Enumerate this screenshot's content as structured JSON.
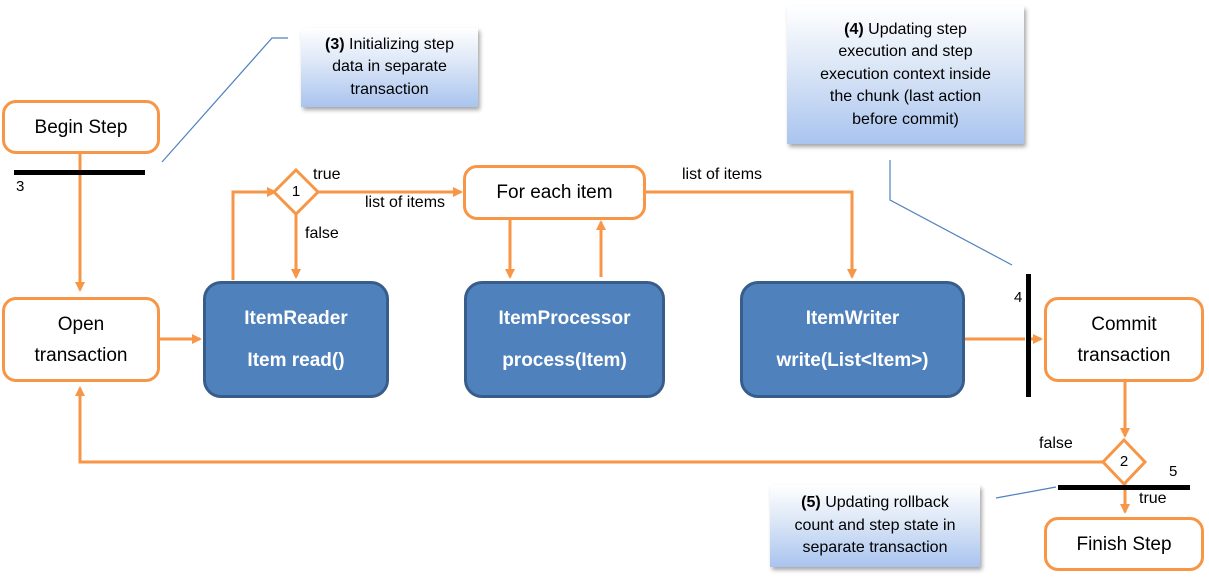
{
  "nodes": {
    "begin_step": "Begin Step",
    "open_transaction": [
      "Open",
      "transaction"
    ],
    "for_each_item": "For each item",
    "commit_transaction": [
      "Commit",
      "transaction"
    ],
    "finish_step": "Finish Step",
    "item_reader": {
      "title": "ItemReader",
      "method": "Item read()"
    },
    "item_processor": {
      "title": "ItemProcessor",
      "method": "process(Item)"
    },
    "item_writer": {
      "title": "ItemWriter",
      "method": "write(List<Item>)"
    }
  },
  "decisions": {
    "d1": "1",
    "d2": "2"
  },
  "bar_labels": {
    "bar3": "3",
    "bar4": "4",
    "bar5": "5"
  },
  "edge_labels": {
    "true_1": "true",
    "false_1": "false",
    "list_of_items_1": "list of items",
    "list_of_items_2": "list of items",
    "false_2": "false",
    "true_2": "true"
  },
  "notes": {
    "n3": {
      "num": "(3)",
      "lines": [
        "Initializing step",
        "data in separate",
        "transaction"
      ]
    },
    "n4": {
      "num": "(4)",
      "lines": [
        "Updating step",
        "execution and step",
        "execution context inside",
        "the chunk (last action",
        "before commit)"
      ]
    },
    "n5": {
      "num": "(5)",
      "lines": [
        "Updating rollback",
        "count and step state in",
        "separate transaction"
      ]
    }
  },
  "colors": {
    "flow": "#f79646",
    "component_fill": "#4f81bd",
    "component_border": "#385d8a",
    "callout_line": "#4f81bd",
    "bar": "#000000"
  }
}
